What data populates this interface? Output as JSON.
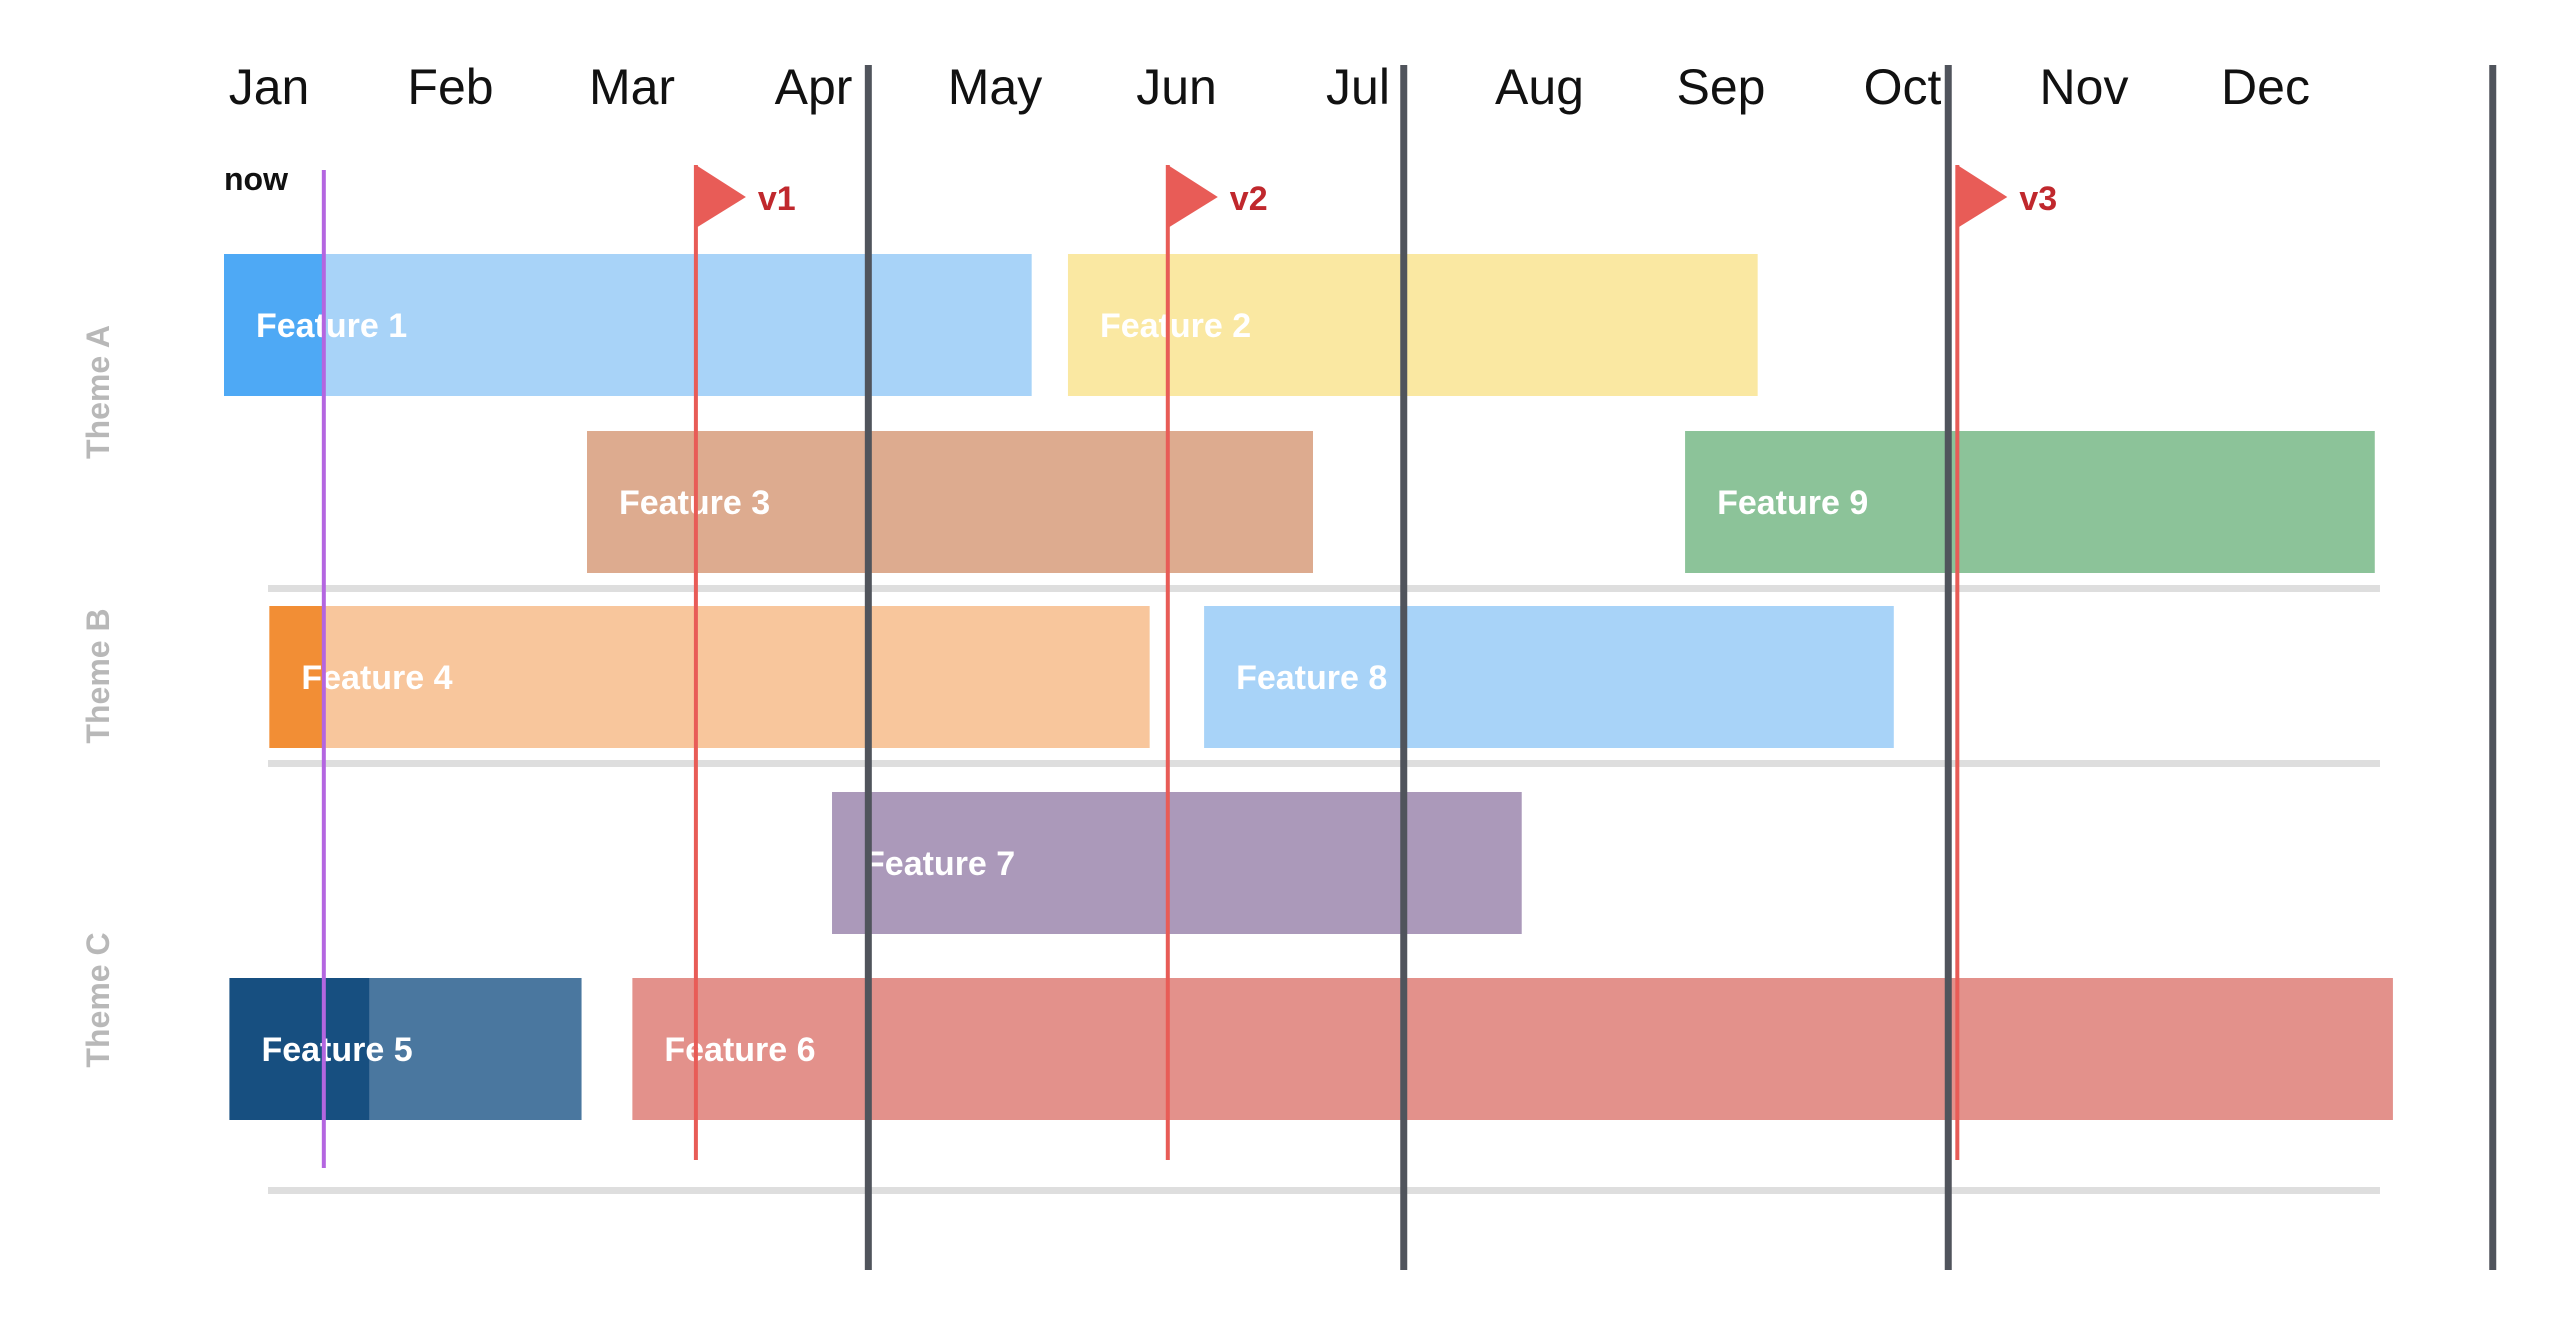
{
  "chart_data": {
    "type": "gantt",
    "months": [
      "Jan",
      "Feb",
      "Mar",
      "Apr",
      "May",
      "Jun",
      "Jul",
      "Aug",
      "Sep",
      "Oct",
      "Nov",
      "Dec"
    ],
    "now": {
      "label": "now",
      "month": 0.55
    },
    "quarter_boundaries": [
      3.55,
      6.5,
      9.5,
      12.5
    ],
    "releases": [
      {
        "label": "v1",
        "month": 2.6
      },
      {
        "label": "v2",
        "month": 5.2
      },
      {
        "label": "v3",
        "month": 9.55
      }
    ],
    "themes": [
      {
        "label": "Theme A",
        "lanes": [
          0,
          1
        ]
      },
      {
        "label": "Theme B",
        "lanes": [
          2
        ]
      },
      {
        "label": "Theme C",
        "lanes": [
          3,
          4
        ]
      }
    ],
    "features": [
      {
        "label": "Feature 1",
        "lane": 0,
        "start": 0.0,
        "end": 4.45,
        "color": "#a8d3f8",
        "progress_end": 0.55,
        "progress_color": "#4ea9f5"
      },
      {
        "label": "Feature 2",
        "lane": 0,
        "start": 4.65,
        "end": 8.45,
        "color": "#fae8a2"
      },
      {
        "label": "Feature 3",
        "lane": 1,
        "start": 2.0,
        "end": 6.0,
        "color": "#ddab8f"
      },
      {
        "label": "Feature 9",
        "lane": 1,
        "start": 8.05,
        "end": 11.85,
        "color": "#8cc399"
      },
      {
        "label": "Feature 4",
        "lane": 2,
        "start": 0.25,
        "end": 5.1,
        "color": "#f8c69c",
        "progress_end": 0.55,
        "progress_color": "#f28e35"
      },
      {
        "label": "Feature 8",
        "lane": 2,
        "start": 5.4,
        "end": 9.2,
        "color": "#a8d3f8"
      },
      {
        "label": "Feature 7",
        "lane": 3,
        "start": 3.35,
        "end": 7.15,
        "color": "#ab99ba"
      },
      {
        "label": "Feature 5",
        "lane": 4,
        "start": 0.03,
        "end": 1.97,
        "color": "#4a779f",
        "progress_end": 0.8,
        "progress_color": "#174f80"
      },
      {
        "label": "Feature 6",
        "lane": 4,
        "start": 2.25,
        "end": 11.95,
        "color": "#e3918b"
      }
    ],
    "colors": {
      "quarter_line": "#50545c",
      "now_line": "#b466e0",
      "release_flag": "#e85c57",
      "lane_divider": "#dedede"
    }
  }
}
